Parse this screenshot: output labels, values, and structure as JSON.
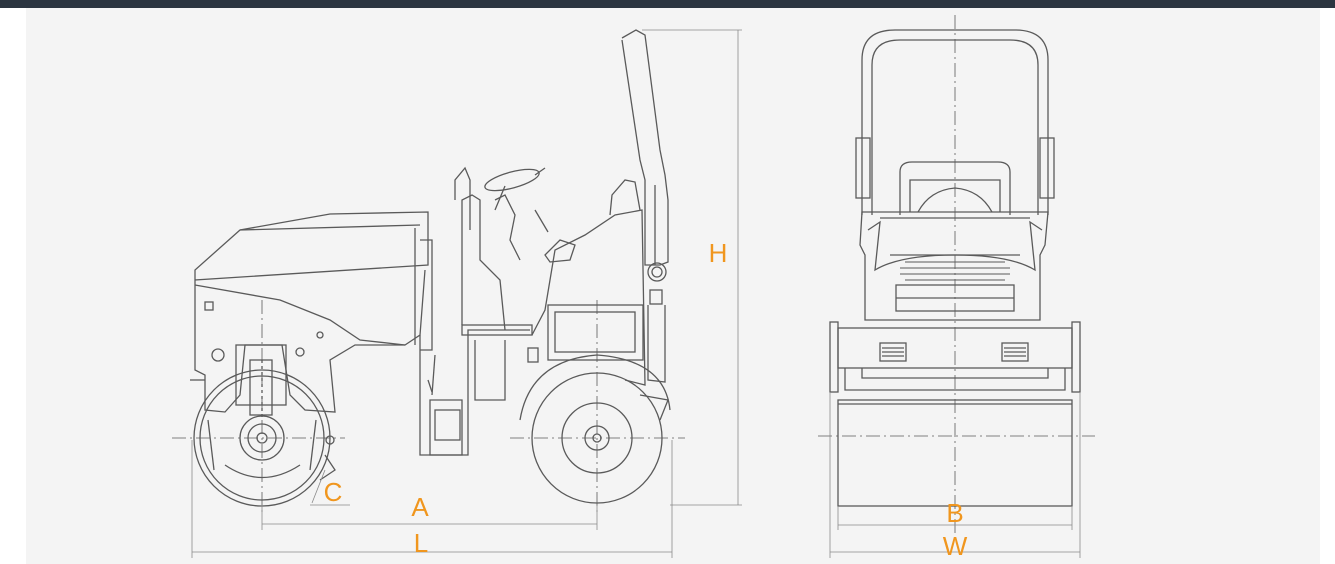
{
  "colors": {
    "header_bar": "#2b3540",
    "panel_background": "#f4f4f4",
    "line_art": "#5a5a5a",
    "dimension_label": "#f0961e"
  },
  "dimensions": {
    "height": "H",
    "wheelbase": "A",
    "curb_clearance": "C",
    "overall_length": "L",
    "drum_width": "B",
    "overall_width": "W"
  }
}
